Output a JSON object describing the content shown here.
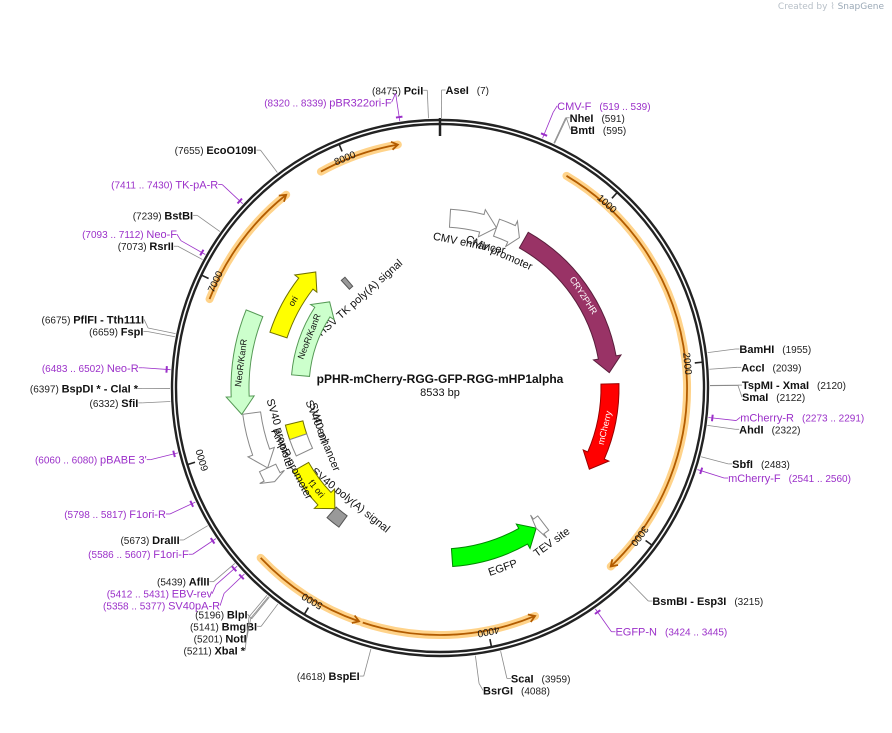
{
  "credit": {
    "prefix": "Created by",
    "brand": "SnapGene"
  },
  "map": {
    "name": "pPHR-mCherry-RGG-GFP-RGG-mHP1alpha",
    "length_label": "8533 bp",
    "total_bp": 8533
  },
  "ticks": [
    {
      "bp": 1000,
      "label": "1000"
    },
    {
      "bp": 2000,
      "label": "2000"
    },
    {
      "bp": 3000,
      "label": "3000"
    },
    {
      "bp": 4000,
      "label": "4000"
    },
    {
      "bp": 5000,
      "label": "5000"
    },
    {
      "bp": 6000,
      "label": "6000"
    },
    {
      "bp": 7000,
      "label": "7000"
    },
    {
      "bp": 8000,
      "label": "8000"
    }
  ],
  "features": [
    {
      "name": "ori",
      "start": 6830,
      "end": 7420,
      "dir": "cw",
      "color": "#ffff00",
      "stroke": "#707000",
      "label_inside": true,
      "text_color": "#111111"
    },
    {
      "name": "CMV enhancer",
      "start": 80,
      "end": 460,
      "dir": "cw",
      "color": "#ffffff",
      "stroke": "#888888",
      "label_inside": false
    },
    {
      "name": "CMV promoter",
      "start": 460,
      "end": 660,
      "dir": "cw",
      "color": "#ffffff",
      "stroke": "#888888",
      "label_inside": false
    },
    {
      "name": "CRY2PHR",
      "start": 700,
      "end": 2010,
      "dir": "cw",
      "color": "#993366",
      "stroke": "#5a1e3c",
      "label_inside": true,
      "text_color": "#ffffff"
    },
    {
      "name": "mCherry",
      "start": 2100,
      "end": 2810,
      "dir": "cw",
      "color": "#ff0000",
      "stroke": "#990000",
      "label_inside": true,
      "text_color": "#ffffff"
    },
    {
      "name": "EGFP",
      "start": 3450,
      "end": 4170,
      "dir": "ccw",
      "color": "#00ff00",
      "stroke": "#008800",
      "label_inside": false
    },
    {
      "name": "TEV site",
      "start": 3380,
      "end": 3450,
      "dir": "cw",
      "color": "#ffffff",
      "stroke": "#888888",
      "label_inside": false
    },
    {
      "name": "HSV TK poly(A) signal",
      "start": 7525,
      "end": 7570,
      "dir": "none",
      "color": "#999999",
      "stroke": "#555555",
      "label_inside": false
    },
    {
      "name": "NeoR/KanR",
      "start": 6220,
      "end": 6920,
      "dir": "ccw",
      "color": "#ccffcc",
      "stroke": "#559955",
      "label_inside": true,
      "text_color": "#111111"
    },
    {
      "name": "SV40 promoter",
      "start": 5810,
      "end": 6220,
      "dir": "ccw",
      "color": "#ffffff",
      "stroke": "#888888",
      "label_inside": false
    },
    {
      "name": "SV40 poly(A) signal",
      "start": 5120,
      "end": 5240,
      "dir": "none",
      "color": "#999999",
      "stroke": "#555555",
      "label_inside": false
    },
    {
      "name": "f1 ori",
      "start": 5240,
      "end": 5700,
      "dir": "ccw",
      "color": "#ffff00",
      "stroke": "#707000",
      "label_inside": true,
      "text_color": "#111111"
    },
    {
      "name": "AmpR promoter",
      "start": 5700,
      "end": 5810,
      "dir": "ccw",
      "color": "#ffffff",
      "stroke": "#888888",
      "label_inside": false
    },
    {
      "name": "NeoR/KanR",
      "start": 6520,
      "end": 7300,
      "dir": "cw",
      "color": "#ccffcc",
      "stroke": "#559955",
      "label_inside": true,
      "text_color": "#111111"
    },
    {
      "name": "SV40 ori",
      "start": 5950,
      "end": 6080,
      "dir": "none",
      "color": "#ffff00",
      "stroke": "#707000",
      "label_inside": false
    },
    {
      "name": "SV40 enhancer",
      "start": 5800,
      "end": 5950,
      "dir": "none",
      "color": "#ffffff",
      "stroke": "#888888",
      "label_inside": false
    }
  ],
  "sites": [
    {
      "name": "PciI",
      "pos": "(8475)",
      "bp": 8475
    },
    {
      "name": "AseI",
      "pos": "(7)",
      "bp": 7
    },
    {
      "name": "NheI",
      "pos": "(591)",
      "bp": 591
    },
    {
      "name": "BmtI",
      "pos": "(595)",
      "bp": 595
    },
    {
      "name": "BamHI",
      "pos": "(1955)",
      "bp": 1955
    },
    {
      "name": "AccI",
      "pos": "(2039)",
      "bp": 2039
    },
    {
      "name": "TspMI - XmaI",
      "pos": "(2120)",
      "bp": 2120
    },
    {
      "name": "SmaI",
      "pos": "(2122)",
      "bp": 2122
    },
    {
      "name": "AhdI",
      "pos": "(2322)",
      "bp": 2322
    },
    {
      "name": "SbfI",
      "pos": "(2483)",
      "bp": 2483
    },
    {
      "name": "BsmBI - Esp3I",
      "pos": "(3215)",
      "bp": 3215
    },
    {
      "name": "ScaI",
      "pos": "(3959)",
      "bp": 3959
    },
    {
      "name": "BsrGI",
      "pos": "(4088)",
      "bp": 4088
    },
    {
      "name": "BspEI",
      "pos": "(4618)",
      "bp": 4618
    },
    {
      "name": "BmgBI",
      "pos": "(5141)",
      "bp": 5141
    },
    {
      "name": "BlpI",
      "pos": "(5196)",
      "bp": 5196
    },
    {
      "name": "NotI",
      "pos": "(5201)",
      "bp": 5201
    },
    {
      "name": "XbaI *",
      "pos": "(5211)",
      "bp": 5211
    },
    {
      "name": "AflII",
      "pos": "(5439)",
      "bp": 5439
    },
    {
      "name": "DraIII",
      "pos": "(5673)",
      "bp": 5673
    },
    {
      "name": "SfiI",
      "pos": "(6332)",
      "bp": 6332
    },
    {
      "name": "BspDI * - ClaI *",
      "pos": "(6397)",
      "bp": 6397
    },
    {
      "name": "FspI",
      "pos": "(6659)",
      "bp": 6659
    },
    {
      "name": "PflFI - Tth111I",
      "pos": "(6675)",
      "bp": 6675
    },
    {
      "name": "RsrII",
      "pos": "(7073)",
      "bp": 7073
    },
    {
      "name": "BstBI",
      "pos": "(7239)",
      "bp": 7239
    },
    {
      "name": "EcoO109I",
      "pos": "(7655)",
      "bp": 7655
    }
  ],
  "primers": [
    {
      "name": "pBR322ori-F",
      "pos": "(8320 .. 8339)",
      "bp": 8330
    },
    {
      "name": "CMV-F",
      "pos": "(519 .. 539)",
      "bp": 529
    },
    {
      "name": "mCherry-R",
      "pos": "(2273 .. 2291)",
      "bp": 2282
    },
    {
      "name": "mCherry-F",
      "pos": "(2541 .. 2560)",
      "bp": 2550
    },
    {
      "name": "EGFP-N",
      "pos": "(3424 .. 3445)",
      "bp": 3434
    },
    {
      "name": "EBV-rev",
      "pos": "(5412 .. 5431)",
      "bp": 5421
    },
    {
      "name": "SV40pA-R",
      "pos": "(5358 .. 5377)",
      "bp": 5367
    },
    {
      "name": "F1ori-F",
      "pos": "(5586 .. 5607)",
      "bp": 5596
    },
    {
      "name": "F1ori-R",
      "pos": "(5798 .. 5817)",
      "bp": 5807
    },
    {
      "name": "pBABE 3'",
      "pos": "(6060 .. 6080)",
      "bp": 6070
    },
    {
      "name": "Neo-R",
      "pos": "(6483 .. 6502)",
      "bp": 6492
    },
    {
      "name": "Neo-F",
      "pos": "(7093 .. 7112)",
      "bp": 7102
    },
    {
      "name": "TK-pA-R",
      "pos": "(7411 .. 7430)",
      "bp": 7420
    }
  ],
  "orfs": [
    {
      "start": 7850,
      "end": 8300,
      "dir": "cw"
    },
    {
      "start": 730,
      "end": 3230,
      "dir": "cw"
    },
    {
      "start": 3730,
      "end": 4700,
      "dir": "ccw"
    },
    {
      "start": 4720,
      "end": 5370,
      "dir": "ccw"
    },
    {
      "start": 6900,
      "end": 7620,
      "dir": "cw"
    }
  ],
  "colors": {
    "backbone": "#222222",
    "orf_fill": "#b35c00",
    "orf_glow": "#ffd38a",
    "primer": "#9b30c9",
    "site_line": "#8a8a8a"
  }
}
